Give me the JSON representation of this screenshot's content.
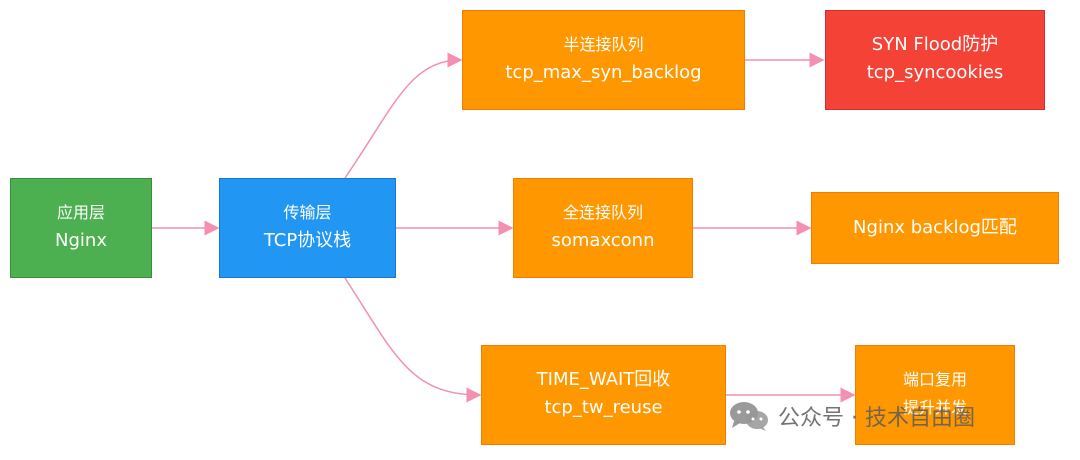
{
  "nodes": {
    "app": {
      "line1": "应用层",
      "line2": "Nginx"
    },
    "tcp": {
      "line1": "传输层",
      "line2": "TCP协议栈"
    },
    "syn_q": {
      "line1": "半连接队列",
      "line2": "tcp_max_syn_backlog"
    },
    "flood": {
      "line1": "SYN Flood防护",
      "line2": "tcp_syncookies"
    },
    "accept_q": {
      "line1": "全连接队列",
      "line2": "somaxconn"
    },
    "nginx_bl": {
      "line1": "Nginx backlog匹配"
    },
    "tw": {
      "line1": "TIME_WAIT回收",
      "line2": "tcp_tw_reuse"
    },
    "port": {
      "line1": "端口复用",
      "line2": "提升并发"
    }
  },
  "watermark": {
    "text": "公众号 · 技术自由圈",
    "icon": "wechat-icon"
  },
  "colors": {
    "green": "#4caf50",
    "blue": "#2196f3",
    "orange": "#ff9800",
    "red": "#f44336",
    "edge": "#f48fb1"
  }
}
